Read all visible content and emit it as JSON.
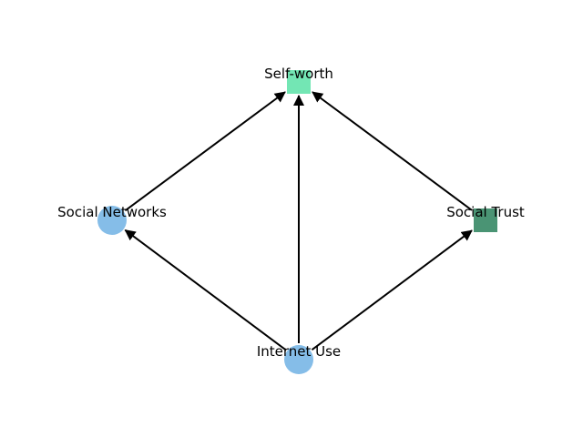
{
  "colors": {
    "circle_node": "#85bde8",
    "square_self_worth": "#73e6b4",
    "square_social_trust": "#4a9474",
    "edge": "#000000"
  },
  "nodes": [
    {
      "id": "self_worth",
      "label": "Self-worth",
      "shape": "square",
      "color": "#73e6b4"
    },
    {
      "id": "social_networks",
      "label": "Social Networks",
      "shape": "circle",
      "color": "#85bde8"
    },
    {
      "id": "social_trust",
      "label": "Social Trust",
      "shape": "square",
      "color": "#4a9474"
    },
    {
      "id": "internet_use",
      "label": "Internet Use",
      "shape": "circle",
      "color": "#85bde8"
    }
  ],
  "edges": [
    {
      "from": "internet_use",
      "to": "social_networks"
    },
    {
      "from": "internet_use",
      "to": "self_worth"
    },
    {
      "from": "internet_use",
      "to": "social_trust"
    },
    {
      "from": "social_networks",
      "to": "self_worth"
    },
    {
      "from": "social_trust",
      "to": "self_worth"
    }
  ]
}
